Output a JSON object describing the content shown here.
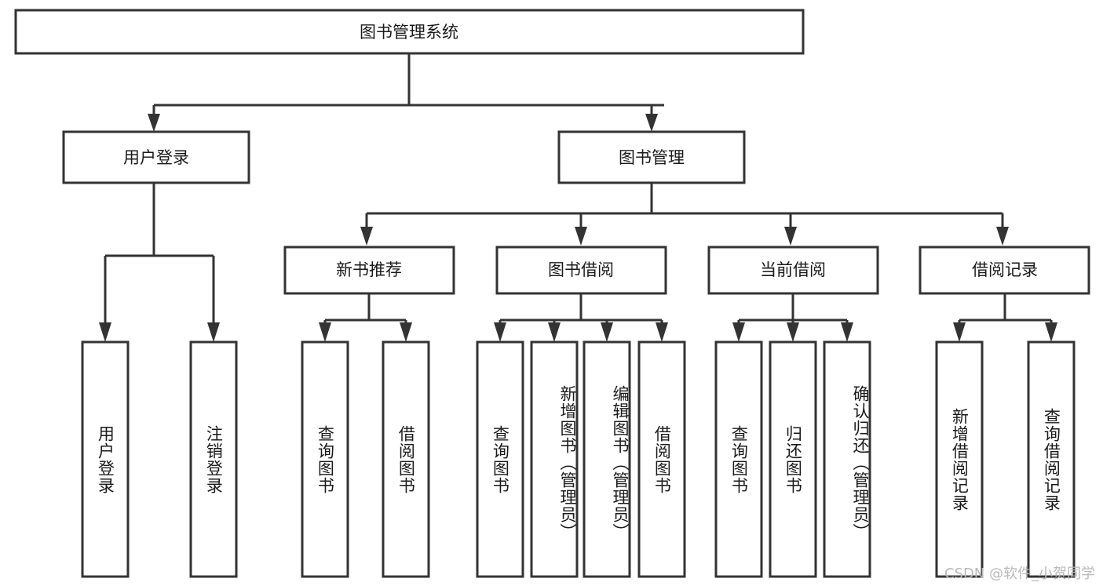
{
  "diagram": {
    "type": "tree",
    "title": "图书管理系统",
    "root": {
      "id": "root",
      "label": "图书管理系统"
    },
    "level2": [
      {
        "id": "user-login",
        "label": "用户登录"
      },
      {
        "id": "book-management",
        "label": "图书管理"
      }
    ],
    "level3": [
      {
        "id": "new-book-recommend",
        "label": "新书推荐",
        "parent": "book-management"
      },
      {
        "id": "book-borrow",
        "label": "图书借阅",
        "parent": "book-management"
      },
      {
        "id": "current-borrow",
        "label": "当前借阅",
        "parent": "book-management"
      },
      {
        "id": "borrow-record",
        "label": "借阅记录",
        "parent": "book-management"
      }
    ],
    "leaves": [
      {
        "id": "leaf-user-login",
        "label": "用户登录",
        "parent": "user-login"
      },
      {
        "id": "leaf-logout-login",
        "label": "注销登录",
        "parent": "user-login"
      },
      {
        "id": "leaf-query-book-1",
        "label": "查询图书",
        "parent": "new-book-recommend"
      },
      {
        "id": "leaf-borrow-book-1",
        "label": "借阅图书",
        "parent": "new-book-recommend"
      },
      {
        "id": "leaf-query-book-2",
        "label": "查询图书",
        "parent": "book-borrow"
      },
      {
        "id": "leaf-add-book",
        "label": "新增图书（管理员）",
        "parent": "book-borrow"
      },
      {
        "id": "leaf-edit-book",
        "label": "编辑图书（管理员）",
        "parent": "book-borrow"
      },
      {
        "id": "leaf-borrow-book-2",
        "label": "借阅图书",
        "parent": "book-borrow"
      },
      {
        "id": "leaf-query-book-3",
        "label": "查询图书",
        "parent": "current-borrow"
      },
      {
        "id": "leaf-return-book",
        "label": "归还图书",
        "parent": "current-borrow"
      },
      {
        "id": "leaf-confirm-return",
        "label": "确认归还（管理员）",
        "parent": "current-borrow"
      },
      {
        "id": "leaf-add-record",
        "label": "新增借阅记录",
        "parent": "borrow-record"
      },
      {
        "id": "leaf-query-record",
        "label": "查询借阅记录",
        "parent": "borrow-record"
      }
    ]
  },
  "watermark": {
    "text": "CSDN @软件_小贺同学"
  },
  "colors": {
    "box_stroke": "#333333",
    "box_fill": "#ffffff",
    "text": "#1a1a1a",
    "background": "#ffffff",
    "watermark": "#b9b9b9"
  }
}
